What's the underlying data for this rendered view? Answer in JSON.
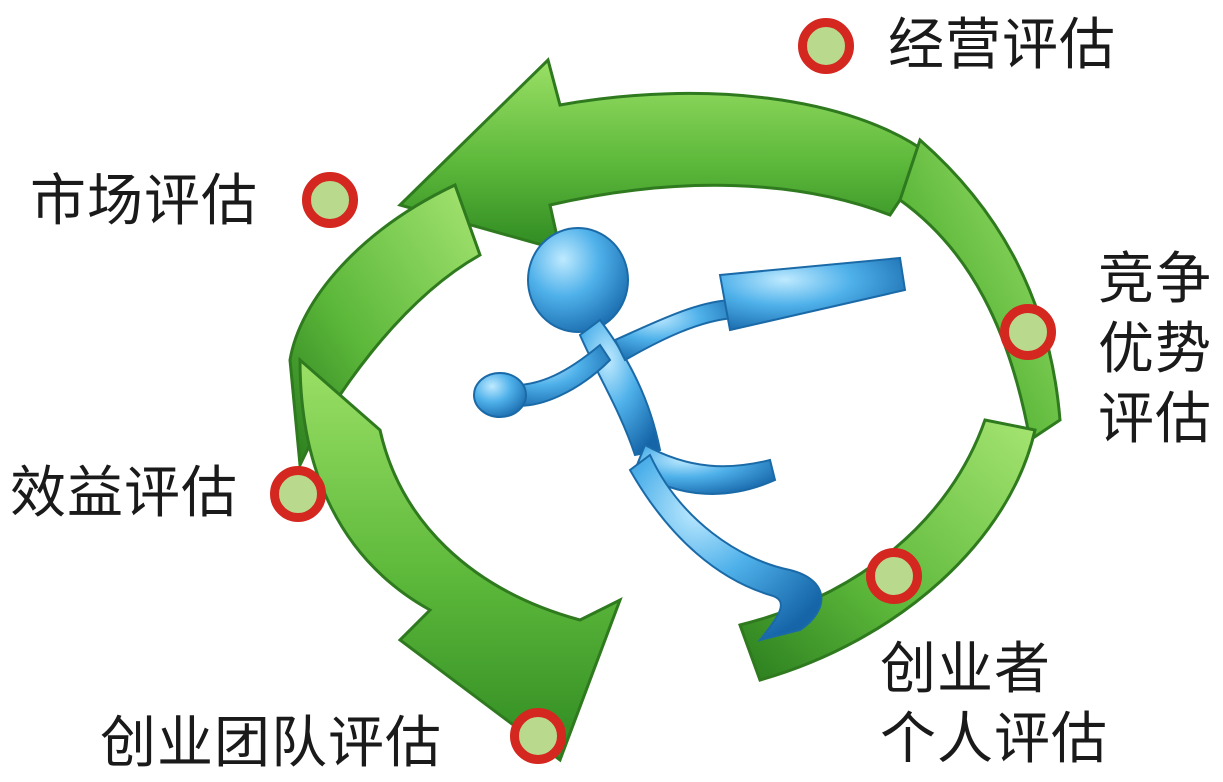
{
  "diagram": {
    "labels": {
      "business": "经营评估",
      "market": "市场评估",
      "competitive_line1": "竞争",
      "competitive_line2": "优势",
      "competitive_line3": "评估",
      "benefit": "效益评估",
      "founder_line1": "创业者",
      "founder_line2": "个人评估",
      "team": "创业团队评估"
    },
    "colors": {
      "arrow_light": "#8fd45a",
      "arrow_mid": "#5cb83a",
      "arrow_dark": "#2f8a22",
      "node_ring": "#d3271f",
      "node_fill": "#b9d98c",
      "figure_light": "#7fd0f5",
      "figure_dark": "#1f7fc4",
      "text": "#1a1a1a"
    },
    "center_figure": "running-person-with-briefcase-icon"
  }
}
